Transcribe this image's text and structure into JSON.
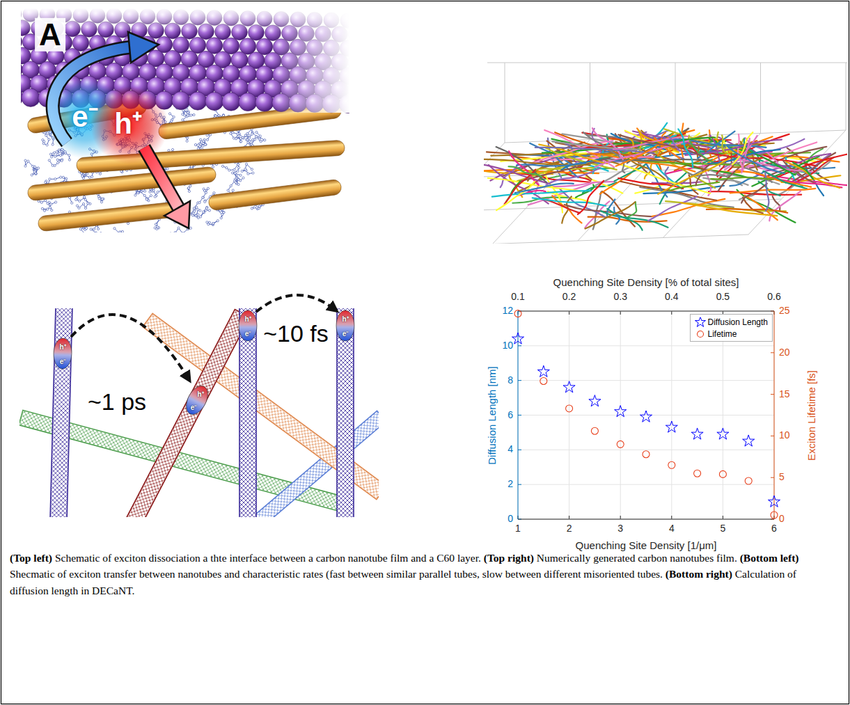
{
  "diagram": {
    "caption": "(Top left) Schematic of exciton dissociation a thte interface between a carbon nanotube film and a C60 layer. (Top right) Numerically generated carbon nanotubes film. (Bottom left) Shecmatic of exciton transfer between nanotubes and characteristic rates (fast between similar parallel tubes, slow between different misoriented tubes. (Bottom right) Calculation of diffusion length in DECaNT.",
    "labels": [
      "A",
      "e⁻",
      "h⁺",
      "h⁺",
      "e⁻",
      "~1 ps",
      "h⁺",
      "e⁻",
      "h⁺",
      "e⁻",
      "~10 fs",
      "h⁺",
      "e⁻",
      "Quenching Site Density [% of total sites]",
      "0.1",
      "0.2",
      "0.3",
      "0.4",
      "0.5",
      "0.6",
      "0",
      "2",
      "4",
      "6",
      "8",
      "10",
      "12",
      "0",
      "5",
      "10",
      "15",
      "20",
      "25",
      "1",
      "2",
      "3",
      "4",
      "5",
      "6",
      "Diffusion Length [nm]",
      "Exciton Lifetime [fs]",
      "Quenching Site Density [1/μm]"
    ],
    "legend": [
      {
        "text": "Diffusion Length"
      },
      {
        "text": "Lifetime"
      }
    ]
  }
}
